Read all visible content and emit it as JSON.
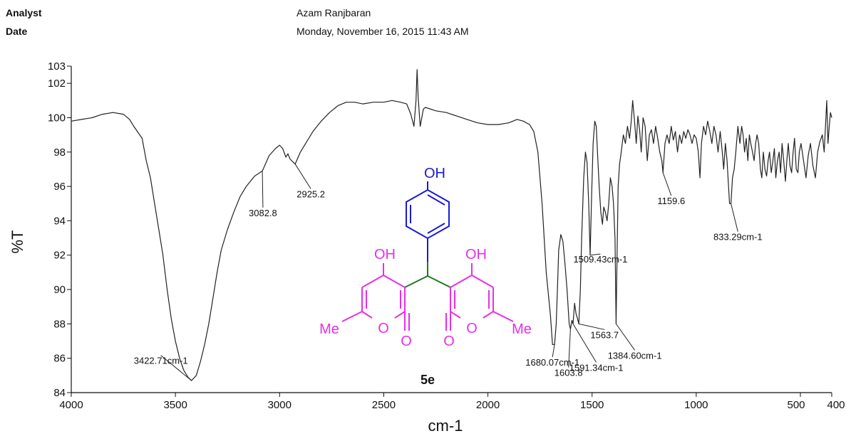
{
  "header": {
    "analyst_label": "Analyst",
    "date_label": "Date",
    "analyst": "Azam Ranjbaran",
    "date": "Monday, November 16, 2015 11:43 AM"
  },
  "chart_data": {
    "type": "line",
    "xlabel": "cm-1",
    "ylabel": "%T",
    "xlim": [
      4000,
      400
    ],
    "ylim": [
      84,
      103
    ],
    "x_reversed": true,
    "grid": false,
    "x_ticks": [
      4000,
      3500,
      3000,
      2500,
      2000,
      1500,
      1000,
      500,
      400
    ],
    "x_tick_labels": [
      "4000",
      "3500",
      "3000",
      "2500",
      "2000",
      "1500",
      "1000",
      "500",
      "400"
    ],
    "y_ticks": [
      84,
      86,
      88,
      90,
      92,
      94,
      96,
      98,
      100,
      102,
      103
    ],
    "y_tick_labels": [
      "84",
      "86",
      "88",
      "90",
      "92",
      "94",
      "96",
      "98",
      "100",
      "102",
      "103"
    ],
    "line_color": "#222222",
    "series": [
      {
        "points": [
          [
            4000,
            99.8
          ],
          [
            3950,
            99.9
          ],
          [
            3900,
            100.0
          ],
          [
            3850,
            100.2
          ],
          [
            3800,
            100.3
          ],
          [
            3750,
            100.2
          ],
          [
            3720,
            99.9
          ],
          [
            3700,
            99.5
          ],
          [
            3660,
            98.8
          ],
          [
            3640,
            97.5
          ],
          [
            3620,
            96.5
          ],
          [
            3600,
            95.0
          ],
          [
            3580,
            93.5
          ],
          [
            3560,
            92.0
          ],
          [
            3540,
            90.0
          ],
          [
            3520,
            88.3
          ],
          [
            3500,
            87.0
          ],
          [
            3480,
            86.0
          ],
          [
            3460,
            85.3
          ],
          [
            3440,
            84.9
          ],
          [
            3422.71,
            84.7
          ],
          [
            3400,
            85.0
          ],
          [
            3380,
            85.8
          ],
          [
            3360,
            86.8
          ],
          [
            3340,
            88.0
          ],
          [
            3320,
            89.5
          ],
          [
            3300,
            91.0
          ],
          [
            3280,
            92.3
          ],
          [
            3250,
            93.5
          ],
          [
            3220,
            94.5
          ],
          [
            3190,
            95.4
          ],
          [
            3160,
            96.0
          ],
          [
            3120,
            96.6
          ],
          [
            3082.8,
            96.9
          ],
          [
            3050,
            97.8
          ],
          [
            3020,
            98.2
          ],
          [
            3000,
            98.4
          ],
          [
            2985,
            98.2
          ],
          [
            2970,
            97.7
          ],
          [
            2960,
            97.9
          ],
          [
            2950,
            97.6
          ],
          [
            2925.2,
            97.3
          ],
          [
            2900,
            98.0
          ],
          [
            2880,
            98.4
          ],
          [
            2860,
            98.8
          ],
          [
            2840,
            99.2
          ],
          [
            2800,
            99.8
          ],
          [
            2760,
            100.3
          ],
          [
            2720,
            100.7
          ],
          [
            2680,
            100.9
          ],
          [
            2640,
            100.9
          ],
          [
            2600,
            100.8
          ],
          [
            2550,
            100.9
          ],
          [
            2500,
            100.9
          ],
          [
            2460,
            101.0
          ],
          [
            2420,
            100.9
          ],
          [
            2390,
            100.8
          ],
          [
            2370,
            100.2
          ],
          [
            2355,
            99.5
          ],
          [
            2345,
            101.0
          ],
          [
            2340,
            102.8
          ],
          [
            2335,
            101.2
          ],
          [
            2325,
            99.5
          ],
          [
            2310,
            100.5
          ],
          [
            2300,
            100.6
          ],
          [
            2250,
            100.4
          ],
          [
            2200,
            100.3
          ],
          [
            2150,
            100.1
          ],
          [
            2100,
            99.9
          ],
          [
            2050,
            99.7
          ],
          [
            2000,
            99.6
          ],
          [
            1950,
            99.6
          ],
          [
            1900,
            99.7
          ],
          [
            1860,
            99.9
          ],
          [
            1830,
            99.8
          ],
          [
            1800,
            99.6
          ],
          [
            1780,
            99.2
          ],
          [
            1760,
            98.0
          ],
          [
            1740,
            95.0
          ],
          [
            1720,
            91.0
          ],
          [
            1700,
            88.5
          ],
          [
            1690,
            86.8
          ],
          [
            1680.07,
            86.8
          ],
          [
            1672,
            88.0
          ],
          [
            1665,
            90.5
          ],
          [
            1660,
            92.3
          ],
          [
            1650,
            93.2
          ],
          [
            1640,
            92.8
          ],
          [
            1630,
            91.5
          ],
          [
            1620,
            90.0
          ],
          [
            1610,
            88.0
          ],
          [
            1603.8,
            87.7
          ],
          [
            1597,
            88.2
          ],
          [
            1591.34,
            88.0
          ],
          [
            1584,
            89.2
          ],
          [
            1577,
            88.6
          ],
          [
            1570,
            88.3
          ],
          [
            1563.7,
            88.0
          ],
          [
            1556,
            90.0
          ],
          [
            1550,
            93.0
          ],
          [
            1540,
            96.5
          ],
          [
            1532,
            98.0
          ],
          [
            1524,
            97.4
          ],
          [
            1516,
            95.0
          ],
          [
            1509.43,
            92.0
          ],
          [
            1502,
            95.5
          ],
          [
            1495,
            98.5
          ],
          [
            1487,
            99.8
          ],
          [
            1480,
            99.5
          ],
          [
            1474,
            98.0
          ],
          [
            1466,
            96.0
          ],
          [
            1458,
            94.5
          ],
          [
            1450,
            93.8
          ],
          [
            1444,
            94.8
          ],
          [
            1436,
            94.5
          ],
          [
            1428,
            94.0
          ],
          [
            1420,
            95.0
          ],
          [
            1412,
            96.5
          ],
          [
            1404,
            96.0
          ],
          [
            1397,
            95.0
          ],
          [
            1390,
            93.0
          ],
          [
            1384.6,
            88.0
          ],
          [
            1380,
            92.0
          ],
          [
            1375,
            96.0
          ],
          [
            1368,
            97.3
          ],
          [
            1360,
            98.0
          ],
          [
            1350,
            99.0
          ],
          [
            1340,
            98.5
          ],
          [
            1330,
            99.5
          ],
          [
            1320,
            98.8
          ],
          [
            1312,
            99.8
          ],
          [
            1305,
            101.0
          ],
          [
            1296,
            99.8
          ],
          [
            1288,
            98.5
          ],
          [
            1280,
            100.1
          ],
          [
            1272,
            99.3
          ],
          [
            1264,
            98.0
          ],
          [
            1255,
            100.0
          ],
          [
            1245,
            99.5
          ],
          [
            1235,
            97.5
          ],
          [
            1225,
            99.0
          ],
          [
            1215,
            99.3
          ],
          [
            1205,
            98.5
          ],
          [
            1195,
            99.5
          ],
          [
            1185,
            98.8
          ],
          [
            1175,
            98.0
          ],
          [
            1165,
            97.5
          ],
          [
            1159.6,
            96.8
          ],
          [
            1150,
            98.5
          ],
          [
            1140,
            99.0
          ],
          [
            1130,
            98.5
          ],
          [
            1120,
            99.5
          ],
          [
            1110,
            98.7
          ],
          [
            1100,
            99.2
          ],
          [
            1090,
            98.0
          ],
          [
            1080,
            99.0
          ],
          [
            1070,
            98.5
          ],
          [
            1060,
            99.2
          ],
          [
            1050,
            98.8
          ],
          [
            1040,
            99.3
          ],
          [
            1030,
            99.0
          ],
          [
            1020,
            98.5
          ],
          [
            1010,
            99.0
          ],
          [
            1000,
            98.8
          ],
          [
            990,
            98.0
          ],
          [
            982,
            96.5
          ],
          [
            975,
            98.5
          ],
          [
            965,
            99.5
          ],
          [
            955,
            99.0
          ],
          [
            945,
            99.8
          ],
          [
            935,
            99.2
          ],
          [
            925,
            98.5
          ],
          [
            915,
            99.5
          ],
          [
            905,
            99.0
          ],
          [
            895,
            98.0
          ],
          [
            885,
            99.2
          ],
          [
            875,
            98.0
          ],
          [
            868,
            97.0
          ],
          [
            860,
            98.5
          ],
          [
            852,
            97.5
          ],
          [
            845,
            96.0
          ],
          [
            840,
            95.0
          ],
          [
            833.29,
            95.0
          ],
          [
            826,
            96.5
          ],
          [
            818,
            97.0
          ],
          [
            810,
            98.0
          ],
          [
            800,
            99.5
          ],
          [
            790,
            98.5
          ],
          [
            782,
            99.5
          ],
          [
            775,
            99.0
          ],
          [
            768,
            98.0
          ],
          [
            760,
            98.8
          ],
          [
            752,
            97.5
          ],
          [
            745,
            99.0
          ],
          [
            738,
            98.5
          ],
          [
            730,
            98.0
          ],
          [
            722,
            97.5
          ],
          [
            715,
            98.5
          ],
          [
            708,
            99.0
          ],
          [
            700,
            98.5
          ],
          [
            692,
            97.0
          ],
          [
            685,
            96.5
          ],
          [
            678,
            98.0
          ],
          [
            670,
            97.0
          ],
          [
            662,
            96.6
          ],
          [
            655,
            97.5
          ],
          [
            648,
            98.0
          ],
          [
            640,
            96.8
          ],
          [
            632,
            97.5
          ],
          [
            625,
            98.2
          ],
          [
            618,
            96.5
          ],
          [
            610,
            97.5
          ],
          [
            602,
            98.0
          ],
          [
            595,
            96.8
          ],
          [
            588,
            98.5
          ],
          [
            580,
            97.5
          ],
          [
            572,
            96.3
          ],
          [
            565,
            97.5
          ],
          [
            558,
            98.5
          ],
          [
            550,
            97.2
          ],
          [
            542,
            96.8
          ],
          [
            535,
            98.0
          ],
          [
            528,
            98.8
          ],
          [
            520,
            97.0
          ],
          [
            512,
            96.8
          ],
          [
            505,
            98.0
          ],
          [
            498,
            98.5
          ],
          [
            490,
            97.5
          ],
          [
            482,
            96.5
          ],
          [
            475,
            97.8
          ],
          [
            468,
            98.5
          ],
          [
            460,
            97.2
          ],
          [
            452,
            96.5
          ],
          [
            445,
            98.0
          ],
          [
            438,
            98.6
          ],
          [
            430,
            99.0
          ],
          [
            424,
            98.0
          ],
          [
            420,
            99.5
          ],
          [
            416,
            101.0
          ],
          [
            412,
            98.5
          ],
          [
            408,
            99.5
          ],
          [
            404,
            100.3
          ],
          [
            400,
            100.0
          ]
        ]
      }
    ],
    "annotations": [
      {
        "label": "3422.71cm-1",
        "x": 3422.71,
        "y": 84.7,
        "text_x": 3570,
        "text_y": 86.0
      },
      {
        "label": "3082.8",
        "x": 3082.8,
        "y": 96.9,
        "text_x": 3080,
        "text_y": 94.6
      },
      {
        "label": "2925.2",
        "x": 2925.2,
        "y": 97.3,
        "text_x": 2850,
        "text_y": 95.7
      },
      {
        "label": "1680.07cm-1",
        "x": 1680.07,
        "y": 86.8,
        "text_x": 1690,
        "text_y": 85.9
      },
      {
        "label": "1603.8",
        "x": 1603.8,
        "y": 87.7,
        "text_x": 1613,
        "text_y": 85.3
      },
      {
        "label": "1591.34cm-1",
        "x": 1591.34,
        "y": 88.0,
        "text_x": 1480,
        "text_y": 85.6
      },
      {
        "label": "1563.7",
        "x": 1563.7,
        "y": 88.0,
        "text_x": 1440,
        "text_y": 87.5
      },
      {
        "label": "1509.43cm-1",
        "x": 1509.43,
        "y": 92.0,
        "text_x": 1460,
        "text_y": 91.9
      },
      {
        "label": "1384.60cm-1",
        "x": 1384.6,
        "y": 88.0,
        "text_x": 1295,
        "text_y": 86.3
      },
      {
        "label": "1159.6",
        "x": 1159.6,
        "y": 96.8,
        "text_x": 1120,
        "text_y": 95.3
      },
      {
        "label": "833.29cm-1",
        "x": 833.29,
        "y": 95.0,
        "text_x": 800,
        "text_y": 93.2
      }
    ]
  },
  "structure": {
    "compound_label": "5e",
    "oh_top": "OH",
    "oh_left": "OH",
    "oh_right": "OH",
    "me_left": "Me",
    "me_right": "Me",
    "o_left_ring": "O",
    "o_left_carbonyl": "O",
    "o_right_ring": "O",
    "o_right_carbonyl": "O",
    "colors": {
      "phenol": "#1a1ad6",
      "pyranone": "#e82ee8",
      "bridge": "#1f7a1f"
    }
  }
}
